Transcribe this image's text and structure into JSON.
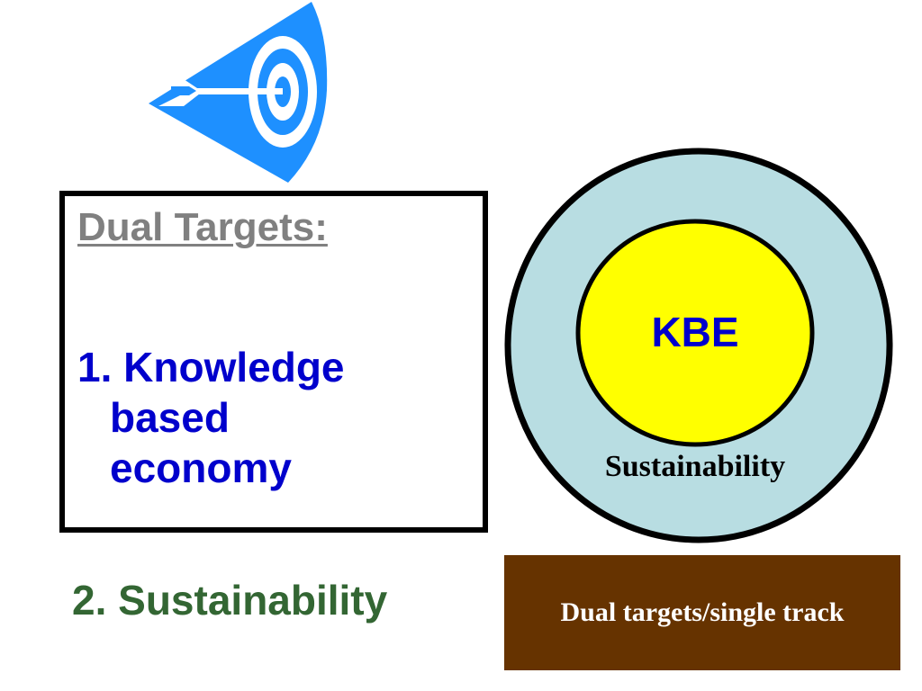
{
  "box": {
    "heading": "Dual Targets:",
    "item1_number": "1.",
    "item1_lines": [
      "Knowledge",
      "based",
      "economy"
    ]
  },
  "item2": "2. Sustainability",
  "diagram": {
    "inner_label": "KBE",
    "outer_label": "Sustainability"
  },
  "track": {
    "label": "Dual targets/single track"
  },
  "colors": {
    "target_blue": "#1e90ff",
    "outer_circle": "#b8dde2",
    "inner_circle": "#ffff00",
    "heading_gray": "#808080",
    "text_blue": "#0000cc",
    "text_green": "#336633",
    "track_brown": "#663300"
  },
  "icons": {
    "target": "target-with-arrow-icon"
  }
}
